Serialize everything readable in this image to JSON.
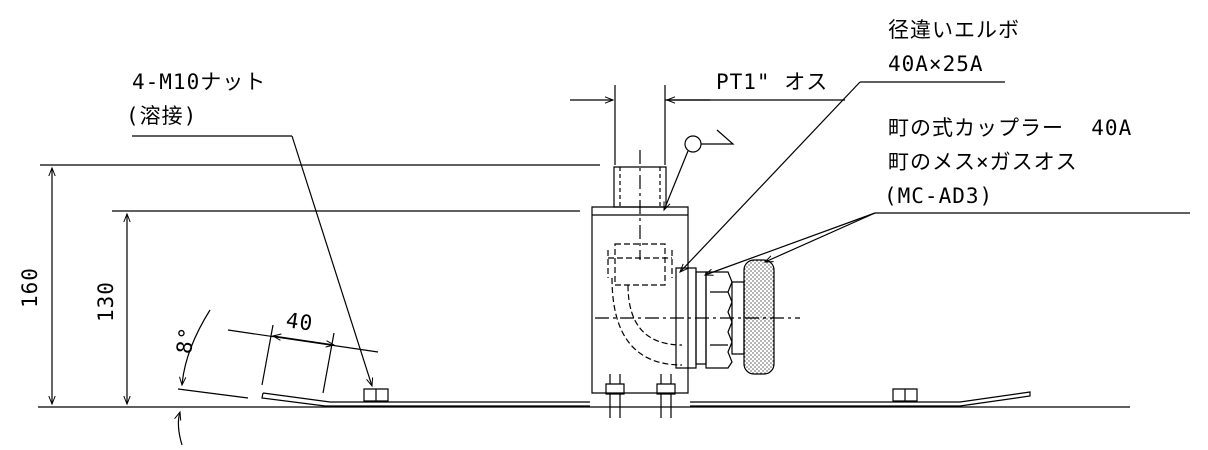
{
  "labels": {
    "nut_line1": "4-M10ナット",
    "nut_line2": "(溶接)",
    "thread": "PT1\" オス",
    "elbow_line1": "径違いエルボ",
    "elbow_line2": "40A×25A",
    "coupler_line1": "町の式カップラー  40A",
    "coupler_line2": "町のメス×ガスオス",
    "coupler_line3": "(MC-AD3)"
  },
  "dimensions": {
    "height_total": "160",
    "height_mid": "130",
    "spacing": "40",
    "angle": "8°"
  }
}
